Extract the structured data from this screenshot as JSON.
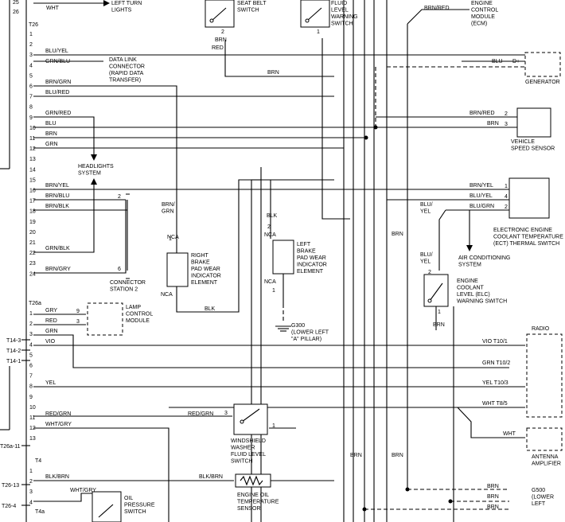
{
  "connectors": {
    "top_pins": [
      "25",
      "26"
    ],
    "t26": {
      "name": "T26",
      "pins": [
        "1",
        "2",
        "3",
        "4",
        "5",
        "6",
        "7",
        "8",
        "9",
        "10",
        "11",
        "12",
        "13",
        "14",
        "15",
        "16",
        "17",
        "18",
        "19",
        "20",
        "21",
        "22",
        "23",
        "24"
      ]
    },
    "t26a": {
      "name": "T26a",
      "pins": [
        "1",
        "2",
        "3",
        "4",
        "5",
        "6",
        "7",
        "8",
        "9",
        "10",
        "11",
        "12",
        "13"
      ]
    },
    "t4": {
      "name": "T4",
      "pins": [
        "1",
        "2",
        "3",
        "4"
      ]
    },
    "t4a": {
      "name": "T4a"
    }
  },
  "left_refs": [
    "T14-3",
    "T14-2",
    "T14-1",
    "T26a-11",
    "T26-13",
    "T26-4"
  ],
  "wires": {
    "wht_top": "WHT",
    "t26": [
      {
        "pin": "3",
        "color": "BLU/YEL"
      },
      {
        "pin": "4",
        "color": "GRN/BLU"
      },
      {
        "pin": "6",
        "color": "BRN/GRN"
      },
      {
        "pin": "7",
        "color": "BLU/RED"
      },
      {
        "pin": "9",
        "color": "GRN/RED"
      },
      {
        "pin": "10",
        "color": "BLU"
      },
      {
        "pin": "11",
        "color": "BRN"
      },
      {
        "pin": "12",
        "color": "GRN"
      },
      {
        "pin": "15",
        "color": "BRN/YEL"
      },
      {
        "pin": "16",
        "color": "BRN/BLU"
      },
      {
        "pin": "17",
        "color": "BRN/BLK"
      },
      {
        "pin": "22",
        "color": "GRN/BLK"
      },
      {
        "pin": "24",
        "color": "BRN/GRY"
      }
    ],
    "t26a": [
      {
        "pin": "1",
        "color": "GRY"
      },
      {
        "pin": "2",
        "color": "RED"
      },
      {
        "pin": "3",
        "color": "GRN"
      },
      {
        "pin": "4",
        "color": "VIO"
      },
      {
        "pin": "8",
        "color": "YEL"
      },
      {
        "pin": "11",
        "color": "RED/GRN"
      },
      {
        "pin": "12",
        "color": "WHT/GRY"
      }
    ],
    "t4": [
      {
        "pin": "1",
        "color": "BLK/BRN"
      },
      {
        "pin": "4",
        "color": "WHT/GRY"
      }
    ],
    "labels": {
      "brn_red_a": "BRN/RED",
      "brn": "BRN",
      "red": "RED",
      "blu": "BLU",
      "brn_red_b": "BRN/RED",
      "brn_b": "BRN",
      "brn_yel": "BRN/YEL",
      "blu_yel": "BLU/YEL",
      "blu_grn": "BLU/GRN",
      "brn_grn": "BRN/\nGRN",
      "blk": "BLK",
      "blk2": "BLK",
      "blu_yel_v": "BLU/\nYEL",
      "vio_t10": "VIO  T10/1",
      "grn_t10": "GRN  T10/2",
      "yel_t10": "YEL  T10/3",
      "wht_t85": "WHT  T8/5",
      "wht": "WHT",
      "red_grn": "RED/GRN",
      "blk_brn": "BLK/BRN",
      "wht_gry": "WHT/GRY",
      "brn_ground": "BRN"
    }
  },
  "components": {
    "left_turn_lights": "LEFT TURN\nLIGHTS",
    "seat_belt_switch": "SEAT BELT\nSWITCH",
    "fluid_level_switch": "FLUID\nLEVEL\nWARNING\nSWITCH",
    "ecm": "ENGINE\nCONTROL\nMODULE\n(ECM)",
    "data_link": "DATA LINK\nCONNECTOR\n(RAPID DATA\nTRANSFER)",
    "generator": "GENERATOR",
    "generator_pin": "D+",
    "vss": "VEHICLE\nSPEED SENSOR",
    "headlights": "HEADLIGHTS\nSYSTEM",
    "ect_sensor": "ELECTRONIC ENGINE\nCOOLANT TEMPERATURE\n(ECT) THERMAL SWITCH",
    "right_brake_pad": "RIGHT\nBRAKE\nPAD WEAR\nINDICATOR\nELEMENT",
    "left_brake_pad": "LEFT\nBRAKE\nPAD WEAR\nINDICATOR\nELEMENT",
    "ac_system": "AIR CONDITIONING\nSYSTEM",
    "engine_coolant_switch": "ENGINE\nCOOLANT\nLEVEL (ELC)\nWARNING SWITCH",
    "connector_station": "CONNECTOR\nSTATION 2",
    "lamp_control": "LAMP\nCONTROL\nMODULE",
    "ground_g300": "G300\n(LOWER LEFT\n\"A\" PILLAR)",
    "radio": "RADIO",
    "washer_switch": "WINDSHIELD\nWASHER\nFLUID LEVEL\nSWITCH",
    "antenna_amp": "ANTENNA\nAMPLIFIER",
    "oil_temp_sensor": "ENGINE OIL\nTEMPERATURE\nSENSOR",
    "oil_pressure": "OIL\nPRESSURE\nSWITCH",
    "ground_g500": "G500\n(LOWER\nLEFT",
    "nca": "NCA"
  },
  "pin_numbers": {
    "seat_belt_pin": "2",
    "fluid_pin": "1",
    "vss_2": "2",
    "vss_3": "3",
    "ect_1": "1",
    "ect_4": "4",
    "ect_2": "2",
    "rbp_1": "1",
    "lbp_2": "2",
    "lbp_1": "1",
    "elc_2": "2",
    "elc_1": "1",
    "cs_2": "2",
    "cs_6": "6",
    "lc_9": "9",
    "lc_3": "3",
    "ws_3": "3",
    "ws_1": "1"
  }
}
